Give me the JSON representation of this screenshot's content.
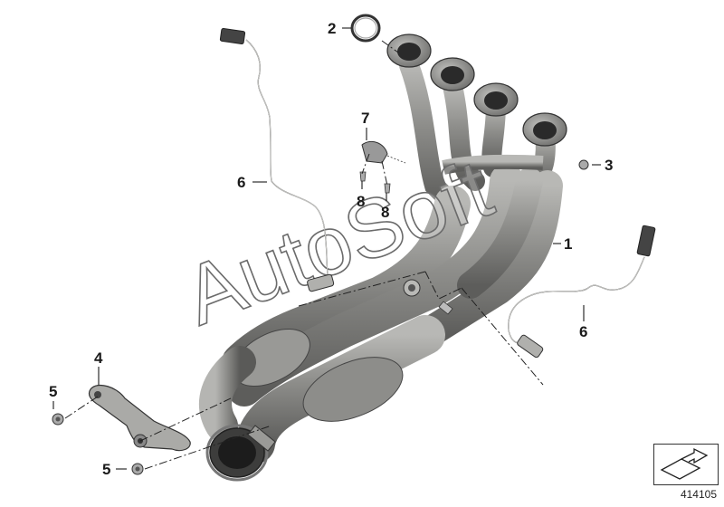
{
  "diagram": {
    "callouts": [
      "1",
      "2",
      "3",
      "4",
      "5",
      "5",
      "6",
      "6",
      "7",
      "8",
      "8"
    ],
    "watermark": "AutoSoft",
    "diagram_number": "414105"
  },
  "colors": {
    "pipe_light": "#a3a3a0",
    "pipe_mid": "#7f7f7c",
    "pipe_dark": "#565654",
    "line": "#1a1a1a"
  },
  "icons": [
    "exhaust-manifold-icon",
    "gasket-ring-icon",
    "nut-icon",
    "bracket-icon",
    "lambda-sensor-icon",
    "heat-shield-icon",
    "screw-icon",
    "corner-arrow-icon"
  ]
}
